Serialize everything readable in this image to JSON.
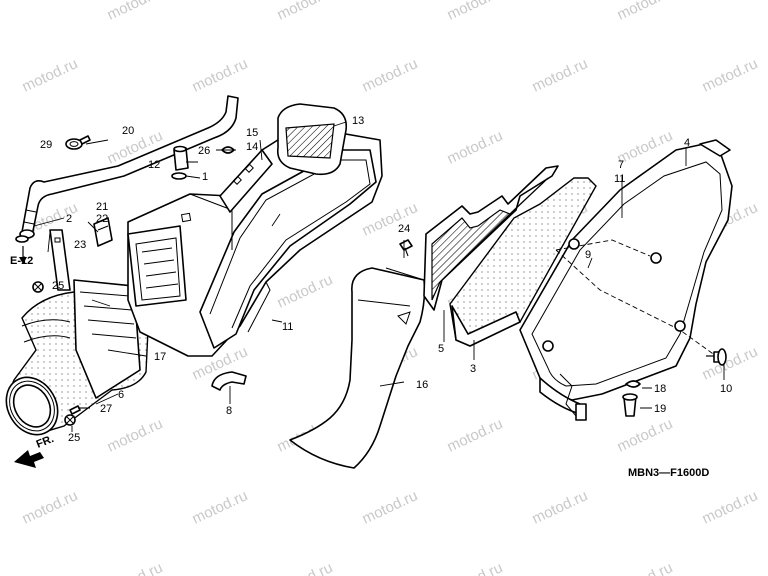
{
  "watermark": "motod.ru",
  "diagram_code": "MBN3—F1600D",
  "references": {
    "e12": "E-12",
    "front": "FR."
  },
  "callouts": {
    "c1": "1",
    "c2": "2",
    "c3": "3",
    "c4": "4",
    "c5": "5",
    "c6": "6",
    "c7": "7",
    "c8": "8",
    "c9": "9",
    "c10": "10",
    "c11a": "11",
    "c11b": "11",
    "c12": "12",
    "c13": "13",
    "c14": "14",
    "c15": "15",
    "c16": "16",
    "c17": "17",
    "c18": "18",
    "c19": "19",
    "c20": "20",
    "c21": "21",
    "c22": "22",
    "c23": "23",
    "c24": "24",
    "c25a": "25",
    "c25b": "25",
    "c26": "26",
    "c27": "27",
    "c29": "29"
  },
  "colors": {
    "line": "#000000",
    "watermark": "#c9c9c9",
    "background": "#ffffff"
  }
}
